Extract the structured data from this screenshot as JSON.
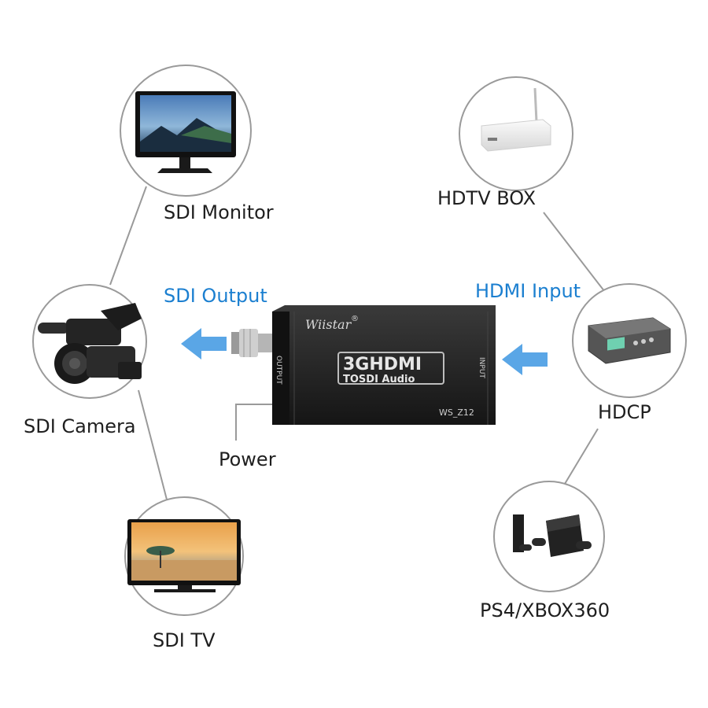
{
  "device": {
    "brand": "Wiistar",
    "registered": "®",
    "model_line1": "3GHDMI",
    "model_line2": "TOSDI Audio",
    "model_code": "WS_Z12",
    "output_port": "OUTPUT",
    "input_port": "INPUT"
  },
  "labels": {
    "sdi_output": "SDI Output",
    "hdmi_input": "HDMI Input",
    "power": "Power"
  },
  "nodes": {
    "sdi_monitor": "SDI Monitor",
    "hdtv_box": "HDTV BOX",
    "sdi_camera": "SDI Camera",
    "hdcp": "HDCP",
    "sdi_tv": "SDI TV",
    "ps4_xbox": "PS4/XBOX360"
  },
  "colors": {
    "accent_blue": "#1b7fd0",
    "arrow_blue": "#5aa6e6",
    "device_body": "#2a2a2a",
    "circle_stroke": "#9a9a9a"
  }
}
